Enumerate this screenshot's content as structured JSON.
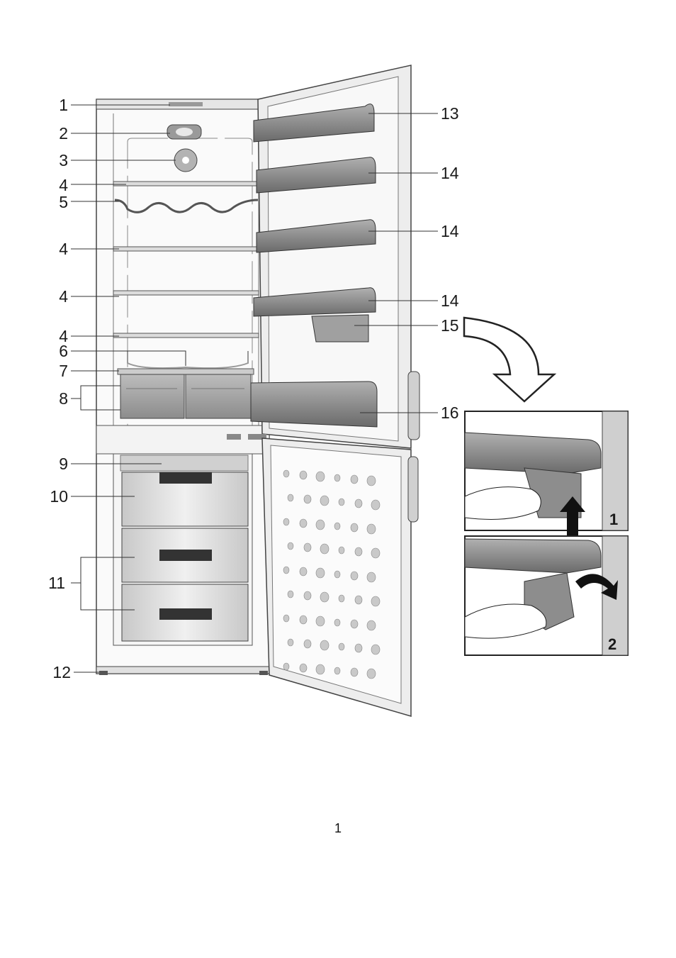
{
  "page_number": "1",
  "callouts": {
    "c1": "1",
    "c2": "2",
    "c3": "3",
    "c4a": "4",
    "c5": "5",
    "c4b": "4",
    "c4c": "4",
    "c4d": "4",
    "c6": "6",
    "c7": "7",
    "c8": "8",
    "c9": "9",
    "c10": "10",
    "c11": "11",
    "c12": "12",
    "c13": "13",
    "c14a": "14",
    "c14b": "14",
    "c14c": "14",
    "c15": "15",
    "c16": "16"
  },
  "inset_steps": {
    "step1": "1",
    "step2": "2"
  },
  "colors": {
    "line": "#333333",
    "shelf": "#8a8a8a",
    "bin": "#9a9a9a",
    "panel": "#d4d4d4"
  }
}
